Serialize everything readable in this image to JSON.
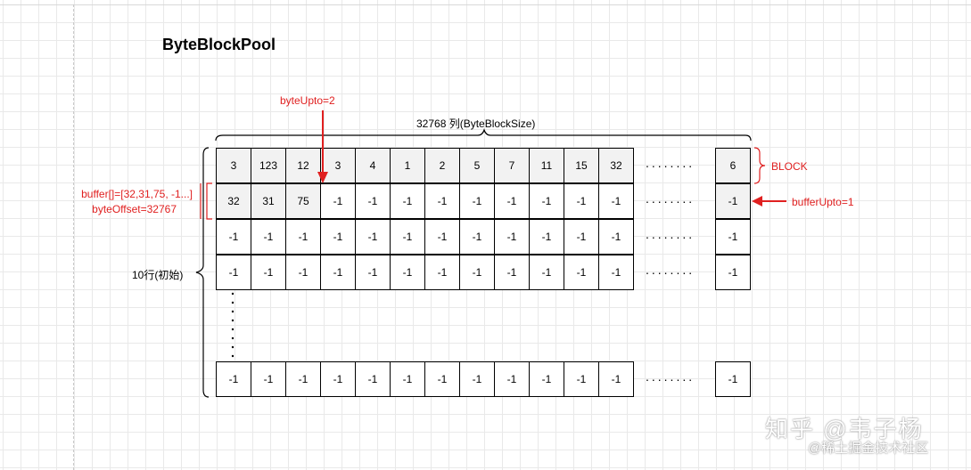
{
  "title": "ByteBlockPool",
  "labels": {
    "columns": "32768 列(ByteBlockSize)",
    "rows": "10行(初始)",
    "byte_upto": "byteUpto=2",
    "block": "BLOCK",
    "buffer_line1": "buffer[]=[32,31,75, -1...]",
    "buffer_line2": "byteOffset=32767",
    "buffer_upto": "bufferUpto=1"
  },
  "grid": {
    "rows": [
      {
        "cells": [
          "3",
          "123",
          "12",
          "3",
          "4",
          "1",
          "2",
          "5",
          "7",
          "11",
          "15",
          "32"
        ],
        "last": "6",
        "filled": true,
        "filled_count": 12
      },
      {
        "cells": [
          "32",
          "31",
          "75",
          "-1",
          "-1",
          "-1",
          "-1",
          "-1",
          "-1",
          "-1",
          "-1",
          "-1"
        ],
        "last": "-1",
        "filled": true,
        "filled_count": 3
      },
      {
        "cells": [
          "-1",
          "-1",
          "-1",
          "-1",
          "-1",
          "-1",
          "-1",
          "-1",
          "-1",
          "-1",
          "-1",
          "-1"
        ],
        "last": "-1",
        "filled": false,
        "filled_count": 0
      },
      {
        "cells": [
          "-1",
          "-1",
          "-1",
          "-1",
          "-1",
          "-1",
          "-1",
          "-1",
          "-1",
          "-1",
          "-1",
          "-1"
        ],
        "last": "-1",
        "filled": false,
        "filled_count": 0
      },
      {
        "cells": [
          "-1",
          "-1",
          "-1",
          "-1",
          "-1",
          "-1",
          "-1",
          "-1",
          "-1",
          "-1",
          "-1",
          "-1"
        ],
        "last": "-1",
        "filled": false,
        "filled_count": 0
      }
    ],
    "row_ellipsis": "........",
    "col_ellipsis": "⋮"
  },
  "watermark": {
    "main": "知乎 @韦子杨",
    "sub": "@稀土掘金技术社区"
  },
  "colors": {
    "annotation": "#e02020",
    "cell_filled": "#f2f2f2",
    "line": "#000000"
  }
}
